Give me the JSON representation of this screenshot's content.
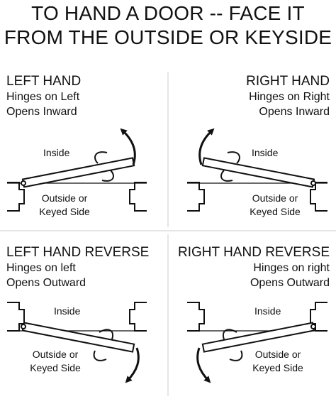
{
  "title": {
    "line1": "TO HAND A DOOR -- FACE IT",
    "line2": "FROM THE OUTSIDE OR KEYSIDE"
  },
  "panels": [
    {
      "id": "left-hand",
      "heading": "LEFT HAND",
      "line1": "Hinges on Left",
      "line2": "Opens Inward",
      "inside_label": "Inside",
      "outside_label_1": "Outside or",
      "outside_label_2": "Keyed Side"
    },
    {
      "id": "right-hand",
      "heading": "RIGHT HAND",
      "line1": "Hinges on Right",
      "line2": "Opens Inward",
      "inside_label": "Inside",
      "outside_label_1": "Outside or",
      "outside_label_2": "Keyed Side"
    },
    {
      "id": "left-hand-reverse",
      "heading": "LEFT HAND REVERSE",
      "line1": "Hinges on left",
      "line2": "Opens Outward",
      "inside_label": "Inside",
      "outside_label_1": "Outside or",
      "outside_label_2": "Keyed Side"
    },
    {
      "id": "right-hand-reverse",
      "heading": "RIGHT HAND REVERSE",
      "line1": "Hinges on right",
      "line2": "Opens Outward",
      "inside_label": "Inside",
      "outside_label_1": "Outside or",
      "outside_label_2": "Keyed Side"
    }
  ],
  "colors": {
    "line": "#111111",
    "divider": "#cccccc",
    "door_fill": "#ffffff"
  }
}
